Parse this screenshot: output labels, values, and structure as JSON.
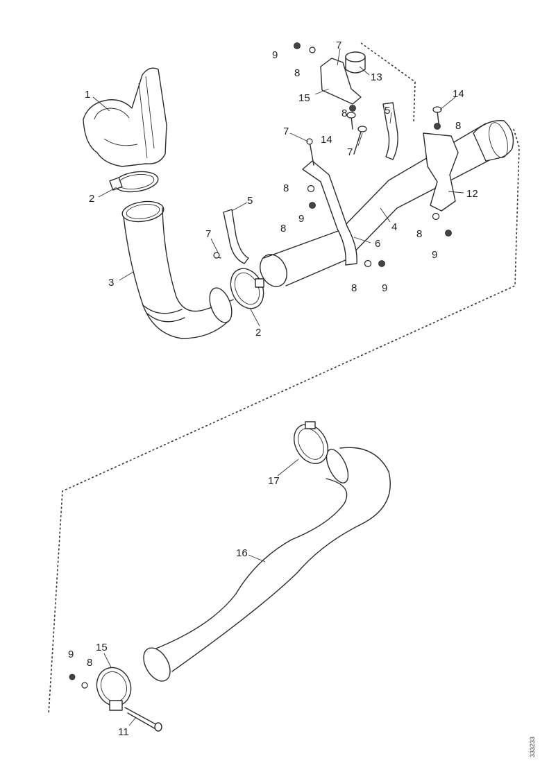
{
  "diagram": {
    "reference_code": "333233",
    "callouts": [
      {
        "id": "c1",
        "label": "1"
      },
      {
        "id": "c2a",
        "label": "2"
      },
      {
        "id": "c2b",
        "label": "2"
      },
      {
        "id": "c3",
        "label": "3"
      },
      {
        "id": "c4",
        "label": "4"
      },
      {
        "id": "c5a",
        "label": "5"
      },
      {
        "id": "c5b",
        "label": "5"
      },
      {
        "id": "c6",
        "label": "6"
      },
      {
        "id": "c7a",
        "label": "7"
      },
      {
        "id": "c7b",
        "label": "7"
      },
      {
        "id": "c7c",
        "label": "7"
      },
      {
        "id": "c7d",
        "label": "7"
      },
      {
        "id": "c8a",
        "label": "8"
      },
      {
        "id": "c8b",
        "label": "8"
      },
      {
        "id": "c8c",
        "label": "8"
      },
      {
        "id": "c8d",
        "label": "8"
      },
      {
        "id": "c8e",
        "label": "8"
      },
      {
        "id": "c8f",
        "label": "8"
      },
      {
        "id": "c8g",
        "label": "8"
      },
      {
        "id": "c8h",
        "label": "8"
      },
      {
        "id": "c9a",
        "label": "9"
      },
      {
        "id": "c9b",
        "label": "9"
      },
      {
        "id": "c9c",
        "label": "9"
      },
      {
        "id": "c9d",
        "label": "9"
      },
      {
        "id": "c9e",
        "label": "9"
      },
      {
        "id": "c11",
        "label": "11"
      },
      {
        "id": "c12",
        "label": "12"
      },
      {
        "id": "c13",
        "label": "13"
      },
      {
        "id": "c14a",
        "label": "14"
      },
      {
        "id": "c14b",
        "label": "14"
      },
      {
        "id": "c15a",
        "label": "15"
      },
      {
        "id": "c15b",
        "label": "15"
      },
      {
        "id": "c16",
        "label": "16"
      },
      {
        "id": "c17",
        "label": "17"
      }
    ]
  }
}
